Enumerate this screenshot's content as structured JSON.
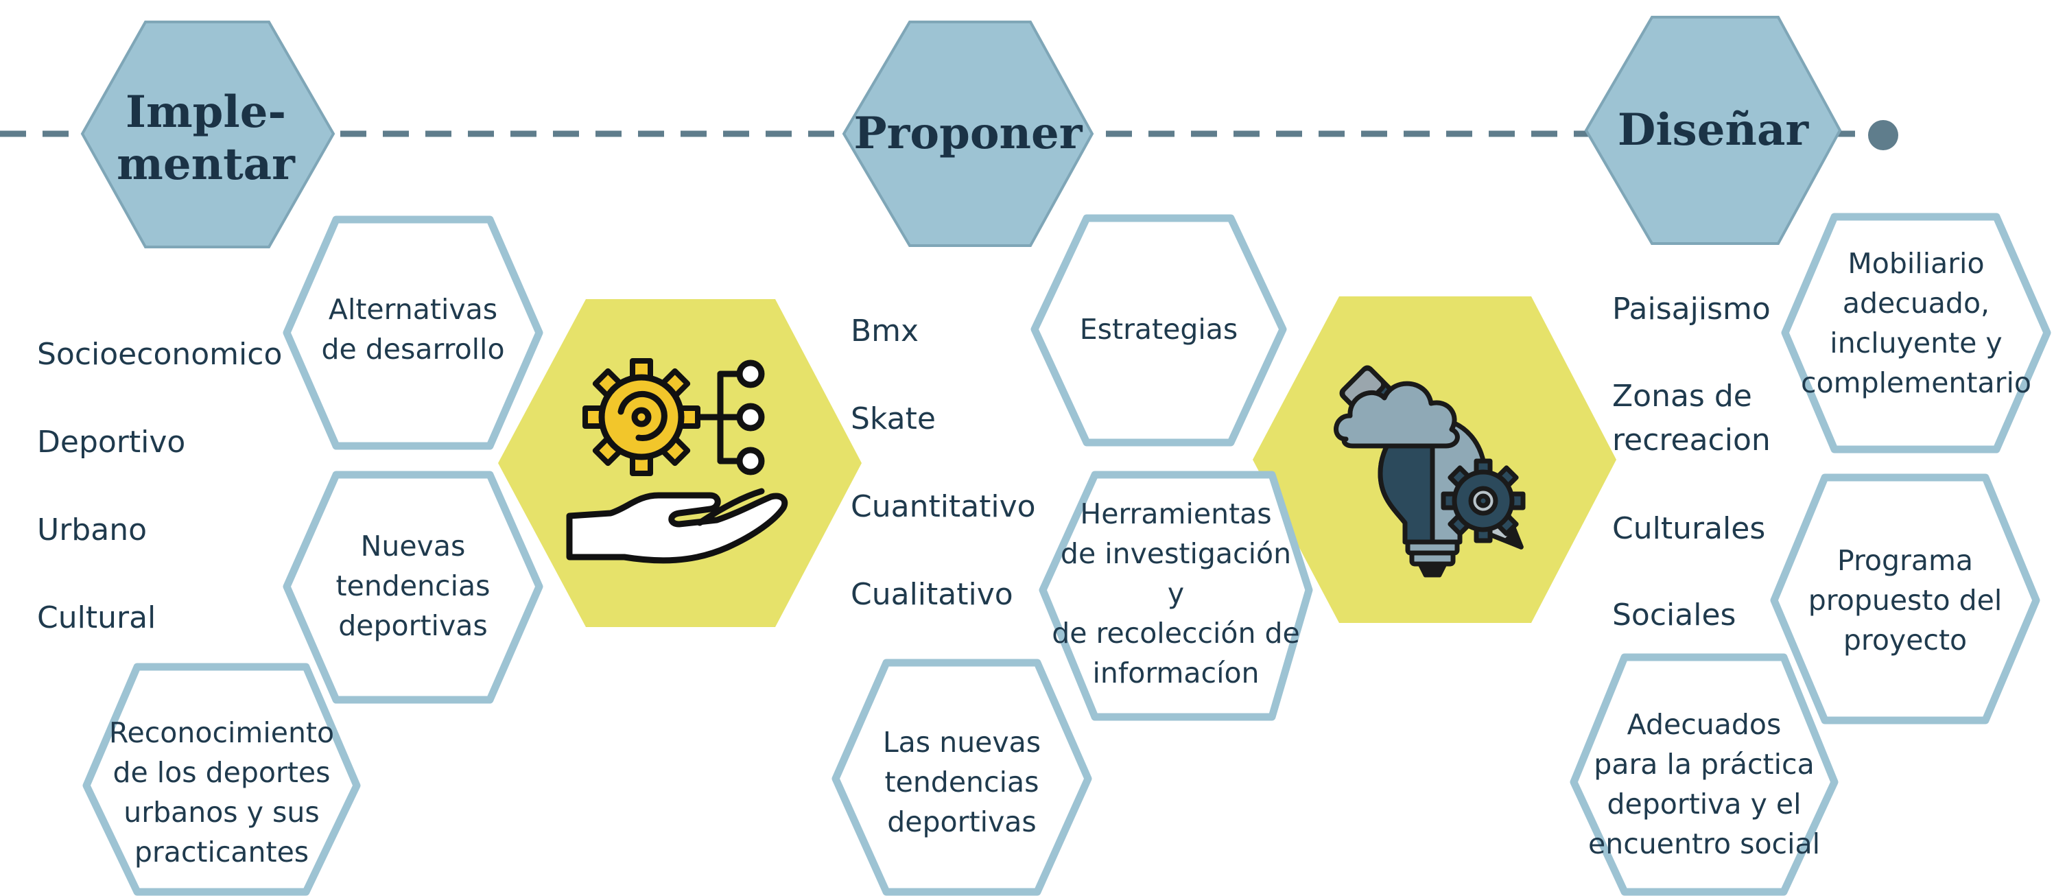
{
  "colors": {
    "title_hex_fill": "#9dc3d3",
    "title_hex_stroke": "#7fa6b7",
    "outline_hex_stroke": "#9dc3d3",
    "icon_hex_fill": "#e6e26a",
    "timeline": "#5f7d8c",
    "text": "#1f3a4d"
  },
  "stages": {
    "implementar": {
      "title": "Imple-\nmentar",
      "items": [
        "Socioeconomico",
        "Deportivo",
        "Urbano",
        "Cultural"
      ],
      "hex_alternativas": "Alternativas\nde desarrollo",
      "hex_nuevas": "Nuevas\ntendencias\ndeportivas",
      "hex_reconocimiento": "Reconocimiento\nde los deportes\nurbanos y sus\npracticantes",
      "icon": "gear-hand-network-icon"
    },
    "proponer": {
      "title": "Proponer",
      "items": [
        "Bmx",
        "Skate",
        "Cuantitativo",
        "Cualitativo"
      ],
      "hex_estrategias": "Estrategias",
      "hex_herramientas": "Herramientas\nde investigación y\nde recolección de\ninformacíon",
      "hex_nuevas": "Las nuevas\ntendencias\ndeportivas",
      "icon": "idea-pencil-cloud-gear-icon"
    },
    "disenar": {
      "title": "Diseñar",
      "items": [
        "Paisajismo",
        "Zonas de\nrecreacion",
        "Culturales",
        "Sociales"
      ],
      "hex_mobiliario": "Mobiliario\nadecuado,\nincluyente y\ncomplementario",
      "hex_programa": "Programa\npropuesto del\nproyecto",
      "hex_adecuados": "Adecuados\npara la práctica\ndeportiva y el\nencuentro social"
    }
  }
}
